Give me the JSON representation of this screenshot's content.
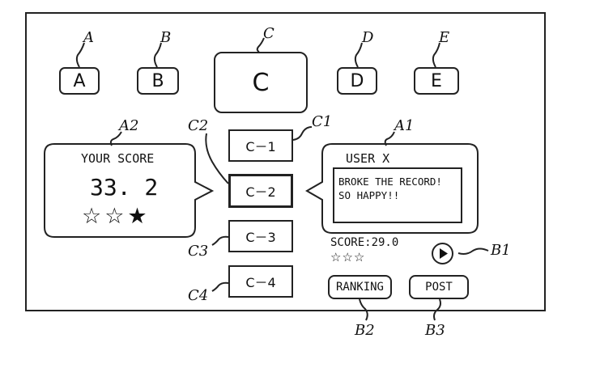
{
  "tabs": {
    "a": {
      "label": "A",
      "ref": "A"
    },
    "b": {
      "label": "B",
      "ref": "B"
    },
    "c": {
      "label": "C",
      "ref": "C"
    },
    "d": {
      "label": "D",
      "ref": "D"
    },
    "e": {
      "label": "E",
      "ref": "E"
    }
  },
  "sub_buttons": [
    {
      "label": "C－1",
      "ref": "C1"
    },
    {
      "label": "C－2",
      "ref": "C2"
    },
    {
      "label": "C－3",
      "ref": "C3"
    },
    {
      "label": "C－4",
      "ref": "C4"
    }
  ],
  "my_score": {
    "ref": "A2",
    "title": "YOUR SCORE",
    "value": "33. 2",
    "stars": "☆☆★",
    "stars_filled": 1,
    "stars_total": 3
  },
  "other_user": {
    "ref": "A1",
    "name": "USER X",
    "message_line1": "BROKE THE RECORD!",
    "message_line2": "SO HAPPY!!",
    "score_text": "SCORE:29.0",
    "stars": "☆☆☆",
    "stars_filled": 0,
    "stars_total": 3
  },
  "play": {
    "ref": "B1",
    "icon": "play-icon"
  },
  "ranking": {
    "label": "RANKING",
    "ref": "B2"
  },
  "post": {
    "label": "POST",
    "ref": "B3"
  }
}
